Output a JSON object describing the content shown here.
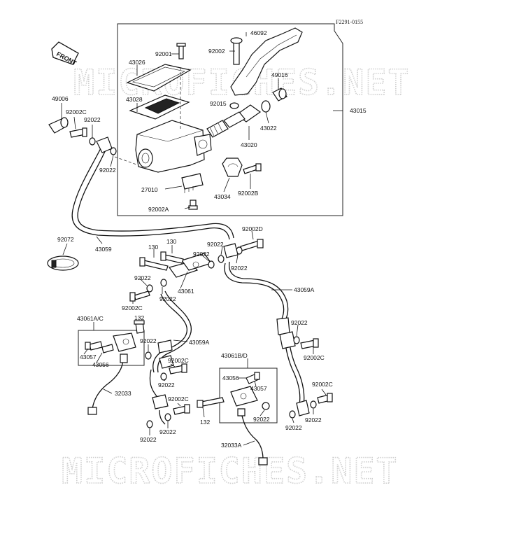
{
  "figure_code": "F2291-0155",
  "watermark": "MICROFICHES.NET",
  "front_tag": "FRONT",
  "labels": {
    "p46092": "46092",
    "p92002_top": "92002",
    "p92001": "92001",
    "p43026": "43026",
    "p49016": "49016",
    "p43028": "43028",
    "p92015": "92015",
    "p43022": "43022",
    "p43015": "43015",
    "p43020": "43020",
    "p49006": "49006",
    "p92002c_top": "92002C",
    "p92022_a": "92022",
    "p92022_b": "92022",
    "p27010": "27010",
    "p43034": "43034",
    "p92002b": "92002B",
    "p92002a": "92002A",
    "p92072": "92072",
    "p43059": "43059",
    "p92002d": "92002D",
    "p130_a": "130",
    "p130_b": "130",
    "p92022_c": "92022",
    "p92022_d": "92022",
    "p92022_e": "92022",
    "p92022_f": "92022",
    "p43061": "43061",
    "p92022_g": "92022",
    "p92002c_mid": "92002C",
    "p43059a_right": "43059A",
    "p43061ac": "43061A/C",
    "p132_a": "132",
    "p92022_h": "92022",
    "p43059a_left": "43059A",
    "p43057_left": "43057",
    "p43056_left": "43056",
    "p92002c_c": "92002C",
    "p92022_i": "92022",
    "p32033": "32033",
    "p92002c_d": "92002C",
    "p92022_j": "92022",
    "p43061bd": "43061B/D",
    "p43056_right": "43056",
    "p43057_right": "43057",
    "p132_b": "132",
    "p92022_k": "92022",
    "p32033a": "32033A",
    "p92022_l": "92022",
    "p92002c_e": "92002C",
    "p92002c_f": "92002C",
    "p92022_m": "92022",
    "p92022_n": "92022"
  }
}
